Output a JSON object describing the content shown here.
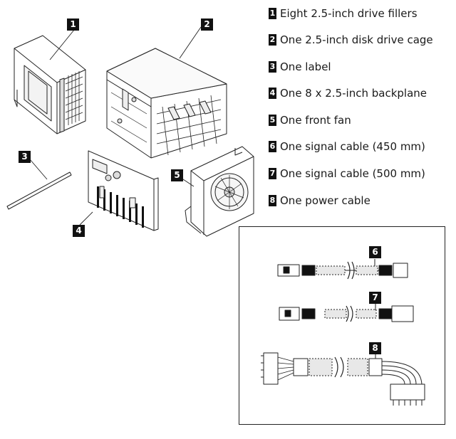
{
  "legend": [
    {
      "num": "1",
      "text": "Eight 2.5-inch drive fillers"
    },
    {
      "num": "2",
      "text": "One 2.5-inch disk drive cage"
    },
    {
      "num": "3",
      "text": "One label"
    },
    {
      "num": "4",
      "text": "One 8 x 2.5-inch backplane"
    },
    {
      "num": "5",
      "text": "One front fan"
    },
    {
      "num": "6",
      "text": "One signal cable (450 mm)"
    },
    {
      "num": "7",
      "text": "One signal cable (500 mm)"
    },
    {
      "num": "8",
      "text": "One power cable"
    }
  ],
  "callouts": {
    "c1": "1",
    "c2": "2",
    "c3": "3",
    "c4": "4",
    "c5": "5",
    "c6": "6",
    "c7": "7",
    "c8": "8"
  }
}
